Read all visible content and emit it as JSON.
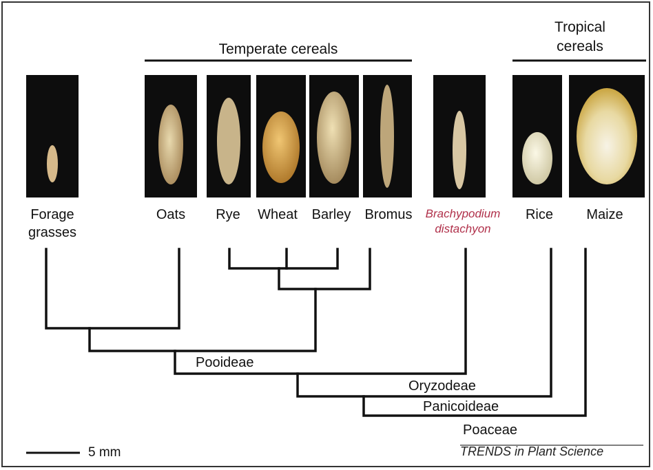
{
  "groups": {
    "temperate": "Temperate cereals",
    "tropical_line1": "Tropical",
    "tropical_line2": "cereals"
  },
  "species": [
    {
      "line1": "Forage",
      "line2": "grasses",
      "color": "#111111",
      "italic": false
    },
    {
      "line1": "Oats",
      "line2": "",
      "color": "#111111",
      "italic": false
    },
    {
      "line1": "Rye",
      "line2": "",
      "color": "#111111",
      "italic": false
    },
    {
      "line1": "Wheat",
      "line2": "",
      "color": "#111111",
      "italic": false
    },
    {
      "line1": "Barley",
      "line2": "",
      "color": "#111111",
      "italic": false
    },
    {
      "line1": "Bromus",
      "line2": "",
      "color": "#111111",
      "italic": false
    },
    {
      "line1": "Brachypodium",
      "line2": "distachyon",
      "color": "#b0304a",
      "italic": true
    },
    {
      "line1": "Rice",
      "line2": "",
      "color": "#111111",
      "italic": false
    },
    {
      "line1": "Maize",
      "line2": "",
      "color": "#111111",
      "italic": false
    }
  ],
  "clades": {
    "pooideae": "Pooideae",
    "oryzodeae": "Oryzodeae",
    "panicoideae": "Panicoideae",
    "poaceae": "Poaceae"
  },
  "scale_bar": "5 mm",
  "credit": "TRENDS in Plant Science"
}
